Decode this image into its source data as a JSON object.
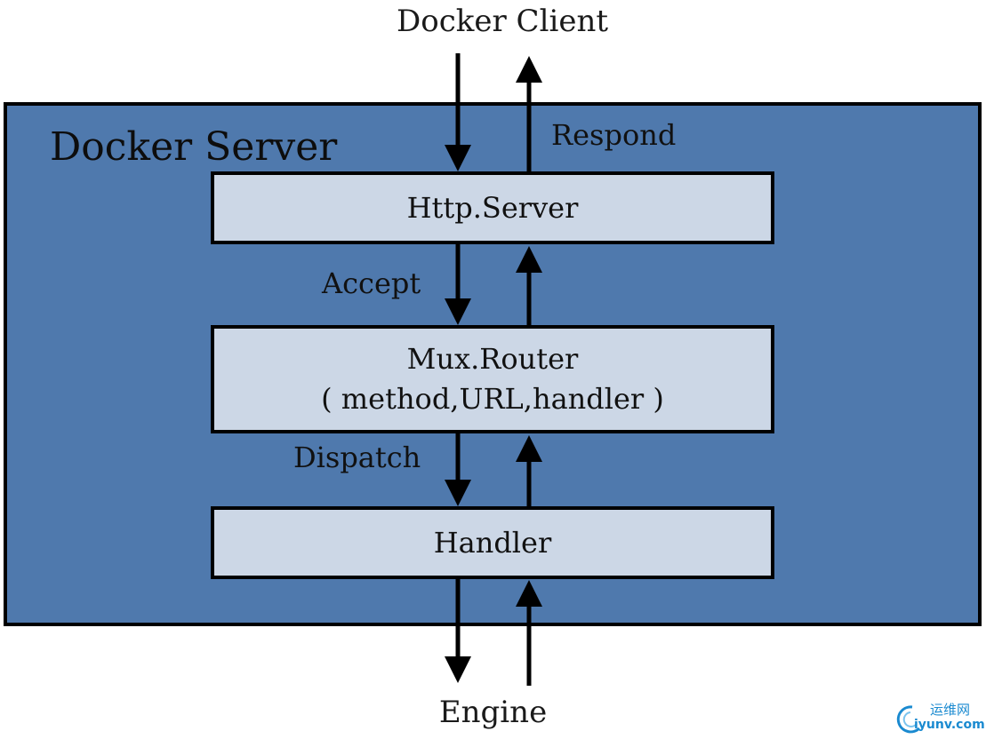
{
  "diagram": {
    "client": "Docker Client",
    "server_title": "Docker Server",
    "http_server": "Http.Server",
    "mux_router": "Mux.Router",
    "mux_router_sub": "( method,URL,handler )",
    "handler": "Handler",
    "engine": "Engine",
    "edges": {
      "respond": "Respond",
      "accept": "Accept",
      "dispatch": "Dispatch"
    }
  },
  "colors": {
    "server_fill": "#4f79ad",
    "box_fill": "#ccd7e6",
    "arrow": "#000000",
    "watermark": "#1a8ad0"
  },
  "watermark": {
    "cn": "运维网",
    "site": "iyunv.com"
  }
}
